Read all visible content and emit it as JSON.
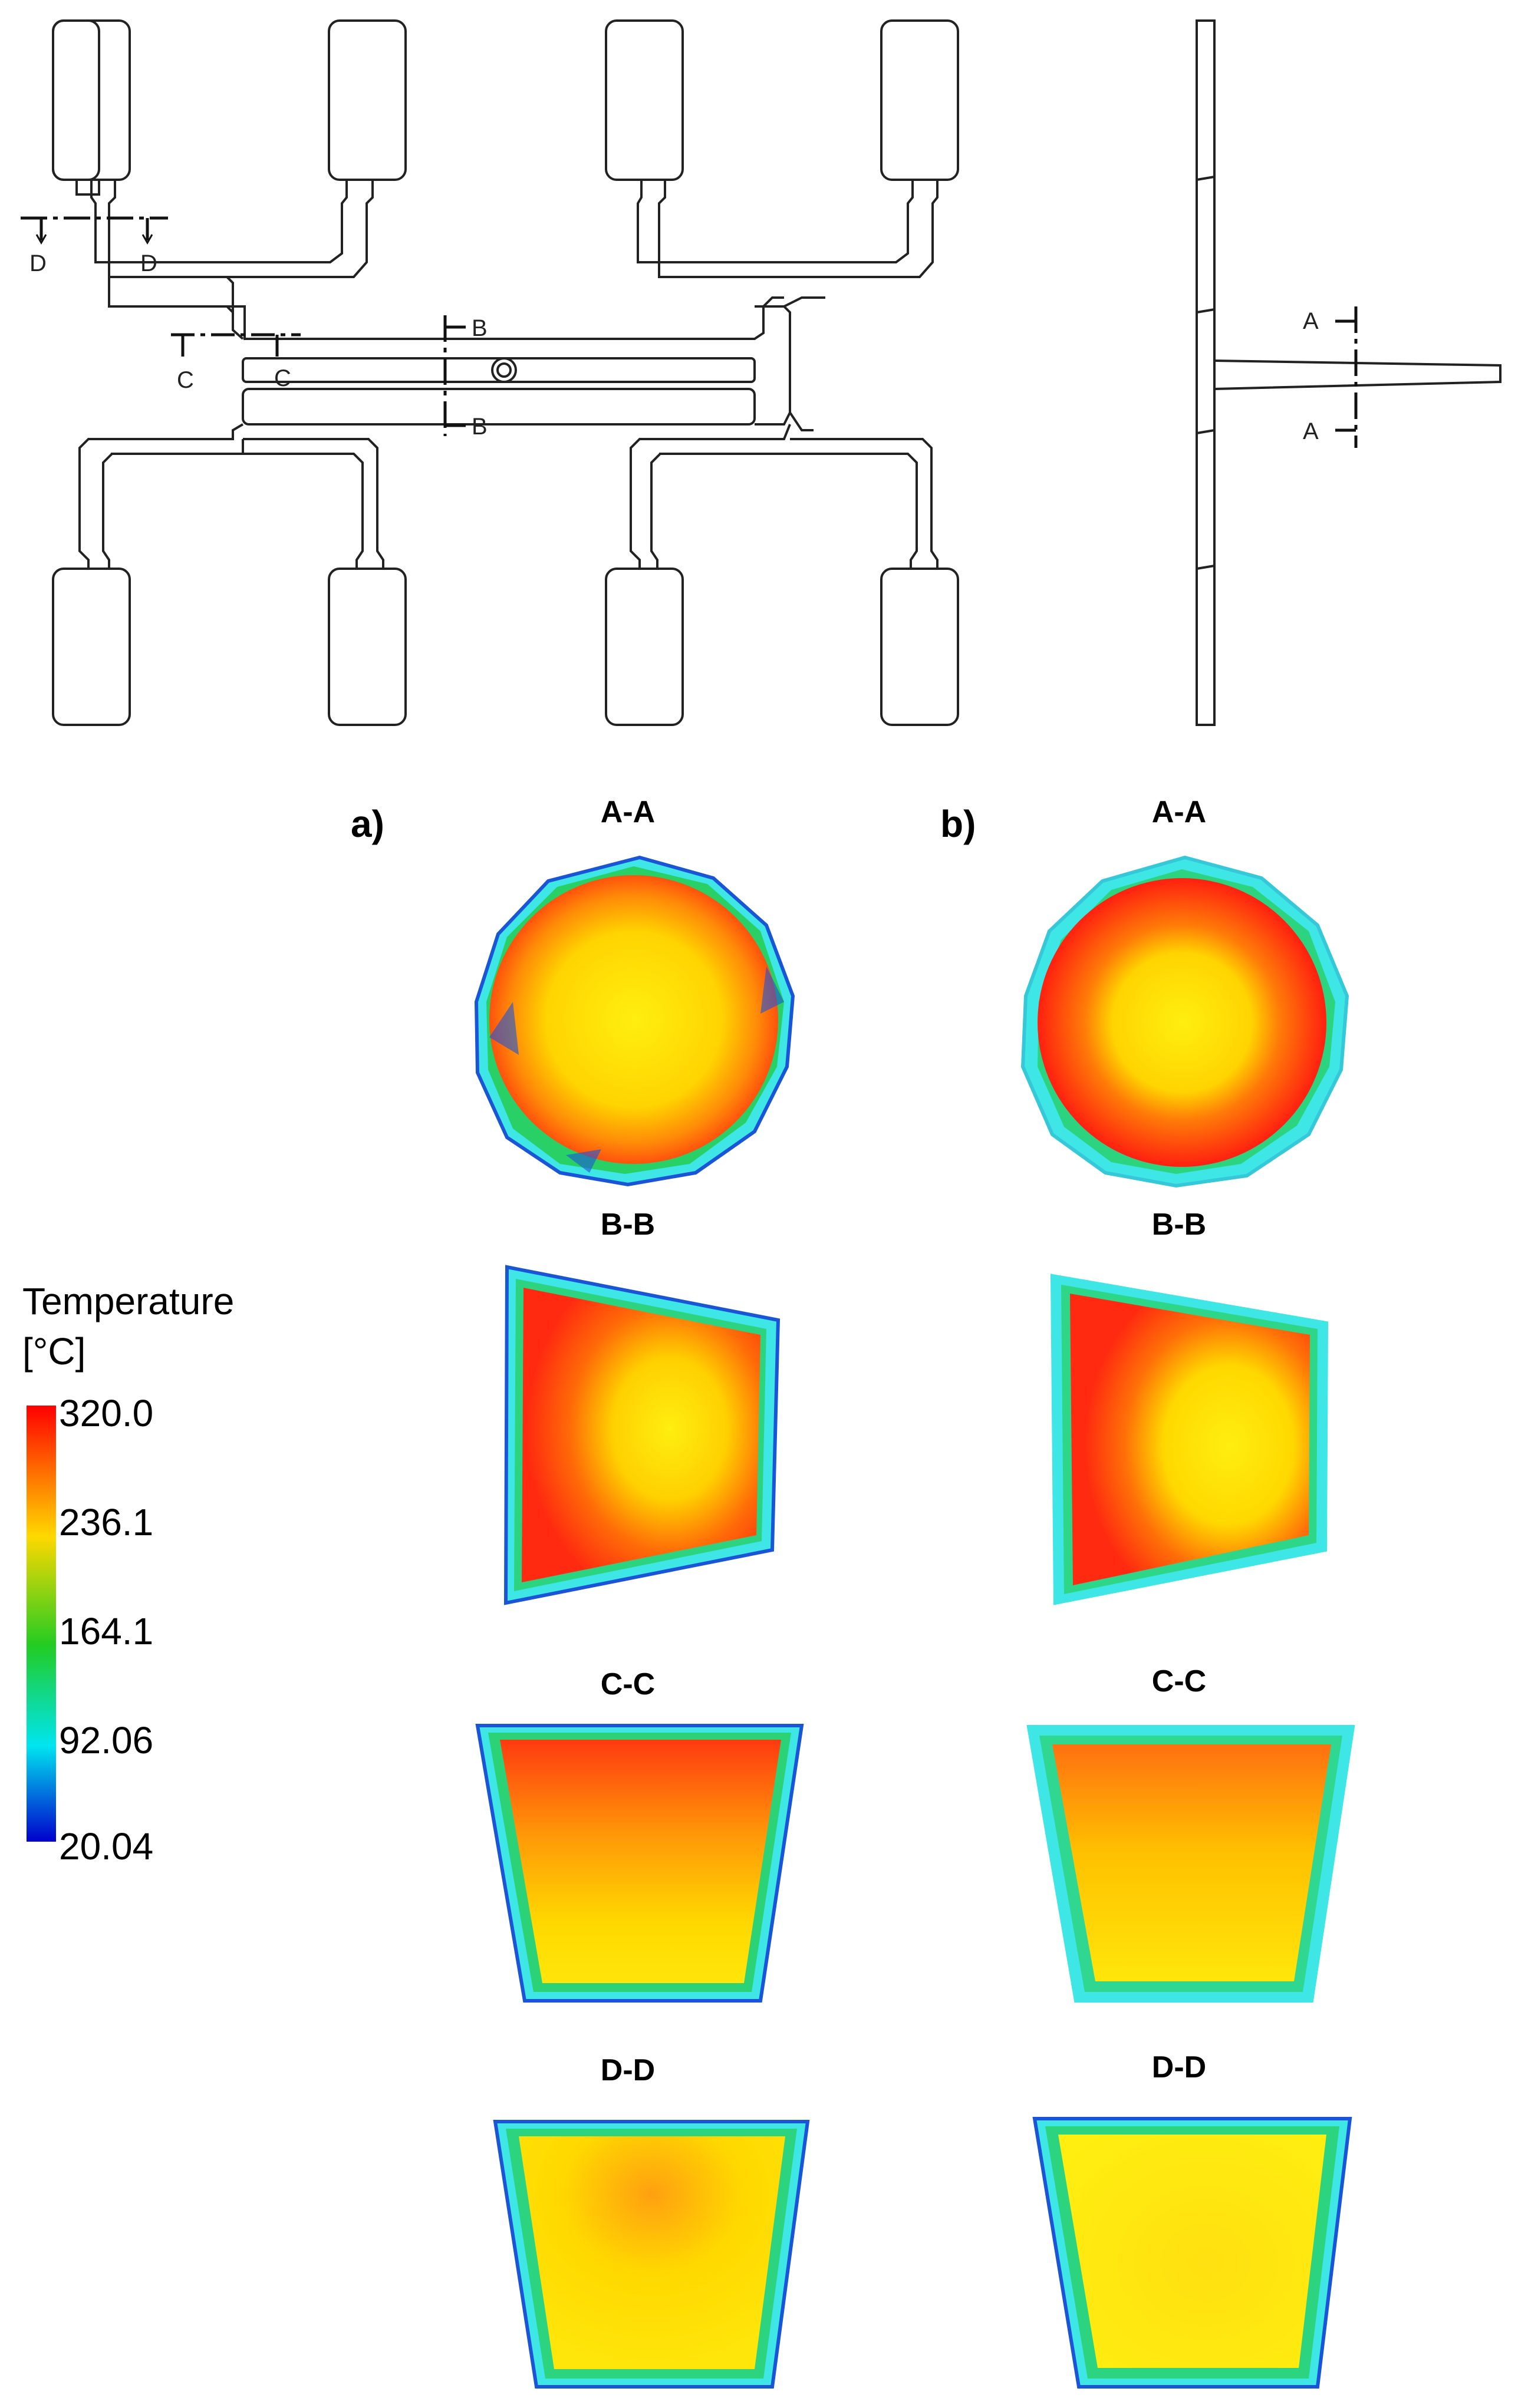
{
  "drawing": {
    "section_labels": {
      "d_left": "D",
      "d_right": "D",
      "c_left": "C",
      "c_right": "C",
      "b_top": "B",
      "b_bottom": "B",
      "a_top": "A",
      "a_bottom": "A"
    }
  },
  "panels": {
    "a": {
      "label": "a)"
    },
    "b": {
      "label": "b)"
    }
  },
  "sections": {
    "aa": "A-A",
    "bb": "B-B",
    "cc": "C-C",
    "dd": "D-D"
  },
  "legend": {
    "title_line1": "Temperature",
    "title_line2": "[°C]",
    "ticks": [
      "320.0",
      "236.1",
      "164.1",
      "92.06",
      "20.04"
    ],
    "colors": {
      "max": "#ff0000",
      "high": "#ffd800",
      "mid": "#22cc22",
      "low": "#00e5f0",
      "min": "#0000cc"
    }
  },
  "temperature_colors": {
    "hot": "#ff2a10",
    "warm": "#ff8a10",
    "yellow": "#ffe10a",
    "green": "#21c83a",
    "cyan": "#3fe6e6",
    "blue": "#1a55d8"
  }
}
